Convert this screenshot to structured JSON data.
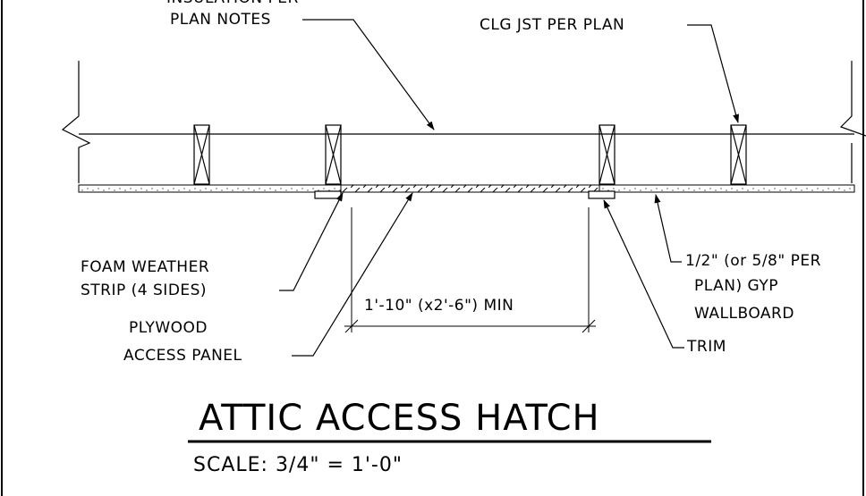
{
  "labels": {
    "insulation_partial": "INSULATION PER",
    "plan_notes": "PLAN NOTES",
    "clg_jst": "CLG JST PER PLAN",
    "foam_line1": "FOAM WEATHER",
    "foam_line2": "STRIP (4 SIDES)",
    "plywood_line1": "PLYWOOD",
    "plywood_line2": "ACCESS PANEL",
    "dimension": "1'-10\" (x2'-6\") MIN",
    "gyp_line1": "1/2\" (or 5/8\" PER",
    "gyp_line2": "PLAN) GYP",
    "gyp_line3": "WALLBOARD",
    "trim": "TRIM"
  },
  "title": "ATTIC ACCESS HATCH",
  "scale": "SCALE: 3/4\" = 1'-0\""
}
